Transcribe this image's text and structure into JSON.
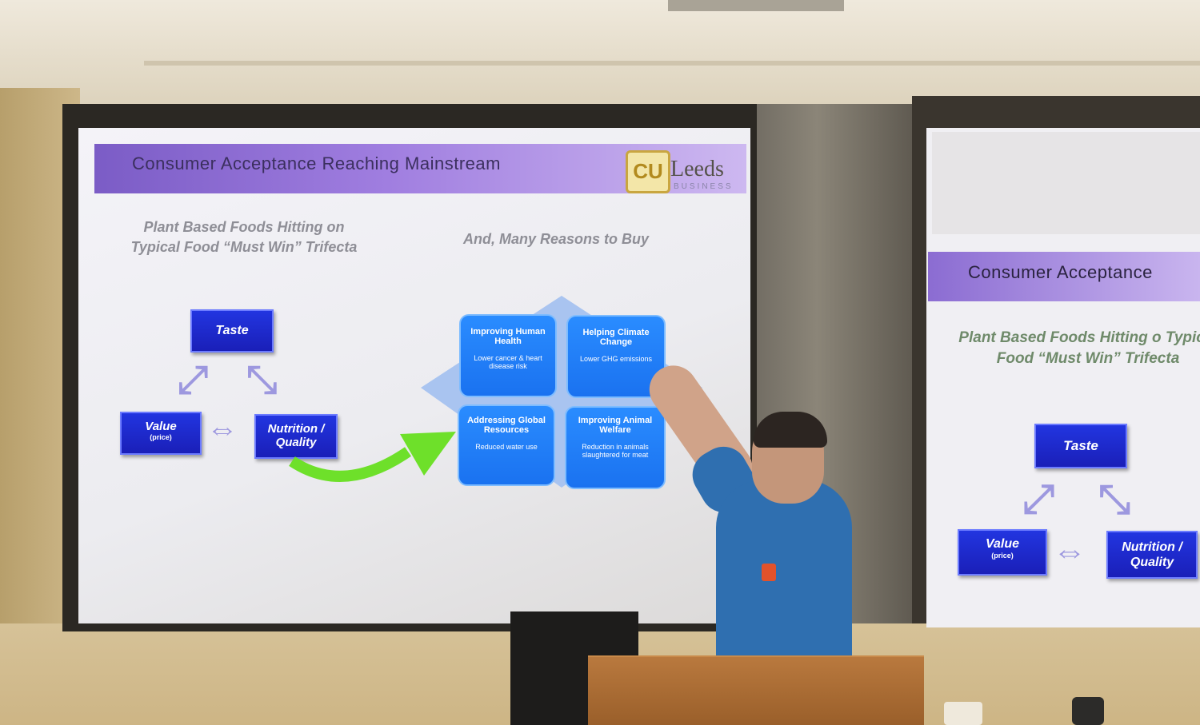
{
  "main_slide": {
    "title": "Consumer Acceptance Reaching Mainstream",
    "logo_name": "Leeds",
    "logo_sub": "BUSINESS",
    "left_subtitle": "Plant Based Foods Hitting on Typical Food “Must Win” Trifecta",
    "right_subtitle": "And, Many Reasons to Buy",
    "taste": "Taste",
    "value": "Value",
    "value_sub": "(price)",
    "nutrition": "Nutrition / Quality",
    "quadrants": [
      {
        "title": "Improving Human Health",
        "detail": "Lower cancer & heart disease risk"
      },
      {
        "title": "Helping Climate Change",
        "detail": "Lower GHG emissions"
      },
      {
        "title": "Addressing Global Resources",
        "detail": "Reduced water use"
      },
      {
        "title": "Improving Animal Welfare",
        "detail": "Reduction in animals slaughtered for meat"
      }
    ]
  },
  "side_slide": {
    "title": "Consumer Acceptance",
    "subtitle": "Plant Based Foods Hitting o Typical Food “Must Win” Trifecta",
    "taste": "Taste",
    "value": "Value",
    "value_sub": "(price)",
    "nutrition": "Nutrition / Quality"
  },
  "colors": {
    "title_bar": "#7b5cc6",
    "box_blue": "#1a1fb8",
    "quad_blue": "#1a72f0",
    "green_arrow": "#6ee02a",
    "shirt": "#2f6fb0"
  }
}
